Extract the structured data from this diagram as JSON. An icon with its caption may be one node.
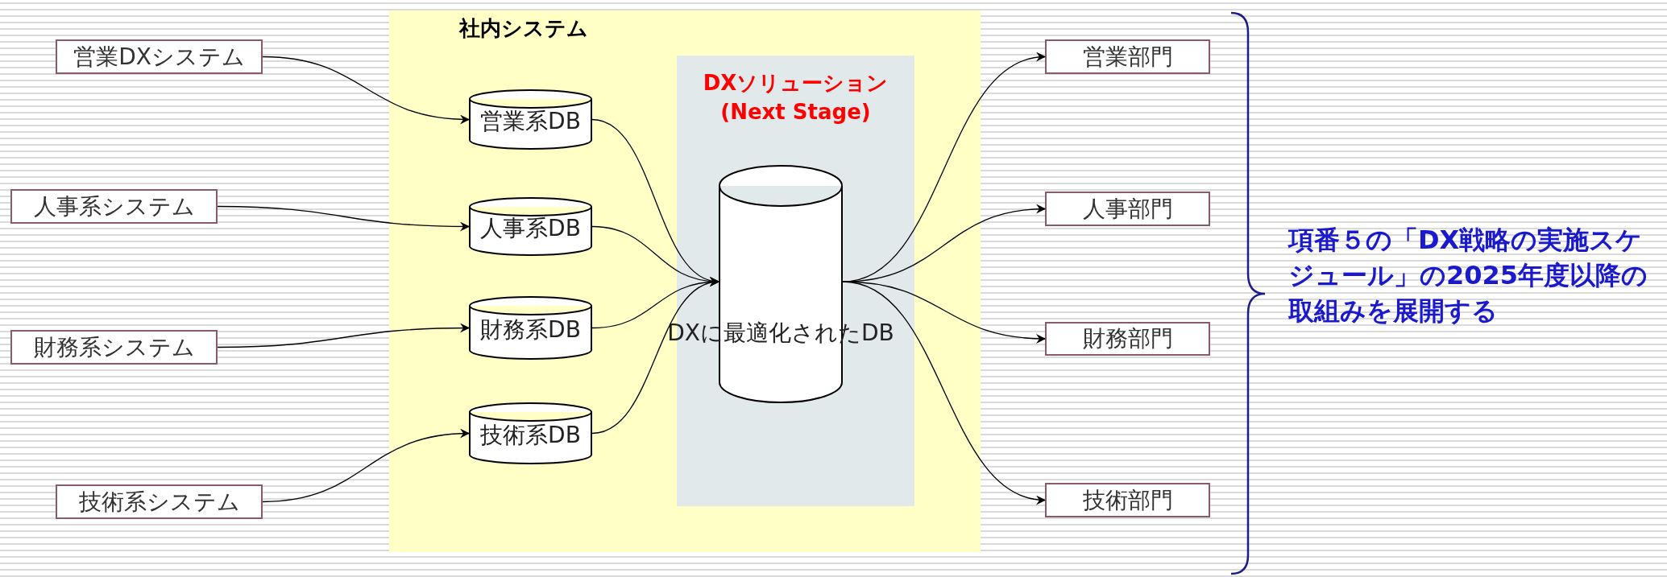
{
  "diagram": {
    "nodes": [
      {
        "text": [
          "営業DXシステム"
        ]
      },
      {
        "text": [
          "人事系システム"
        ]
      },
      {
        "text": [
          "財務系システム"
        ]
      },
      {
        "text": [
          "技術系システム"
        ]
      },
      {
        "text": [
          "社内システム"
        ]
      },
      {
        "text": [
          "営業系DB"
        ],
        "in": 4
      },
      {
        "text": [
          "人事系DB"
        ],
        "in": 4
      },
      {
        "text": [
          "財務系DB"
        ],
        "in": 4
      },
      {
        "text": [
          "技術系DB"
        ],
        "in": 4
      },
      {
        "text": [
          "DXソリューション (Next Stage)"
        ],
        "in": 4
      },
      {
        "text": [
          "DXに最適化されたDB"
        ],
        "in": 9
      },
      {
        "text": [
          "営業部門"
        ]
      },
      {
        "text": [
          "人事部門"
        ]
      },
      {
        "text": [
          "財務部門"
        ]
      },
      {
        "text": [
          "技術部門"
        ]
      }
    ],
    "edges": [
      {
        "from": 0,
        "to": 5,
        "arrow": "to"
      },
      {
        "from": 1,
        "to": 6,
        "arrow": "to"
      },
      {
        "from": 2,
        "to": 7,
        "arrow": "to"
      },
      {
        "from": 3,
        "to": 8,
        "arrow": "to"
      },
      {
        "from": 5,
        "to": 10,
        "arrow": "to"
      },
      {
        "from": 6,
        "to": 10,
        "arrow": "to"
      },
      {
        "from": 7,
        "to": 10,
        "arrow": "to"
      },
      {
        "from": 8,
        "to": 10,
        "arrow": "to"
      },
      {
        "from": 10,
        "to": 11,
        "arrow": "to"
      },
      {
        "from": 10,
        "to": 12,
        "arrow": "to"
      },
      {
        "from": 10,
        "to": 13,
        "arrow": "to"
      },
      {
        "from": 10,
        "to": 14,
        "arrow": "to"
      }
    ],
    "labels": [
      "項番５の「DX戦略の実施スケジュール」の2025年度以降の取組みを展開する"
    ]
  }
}
